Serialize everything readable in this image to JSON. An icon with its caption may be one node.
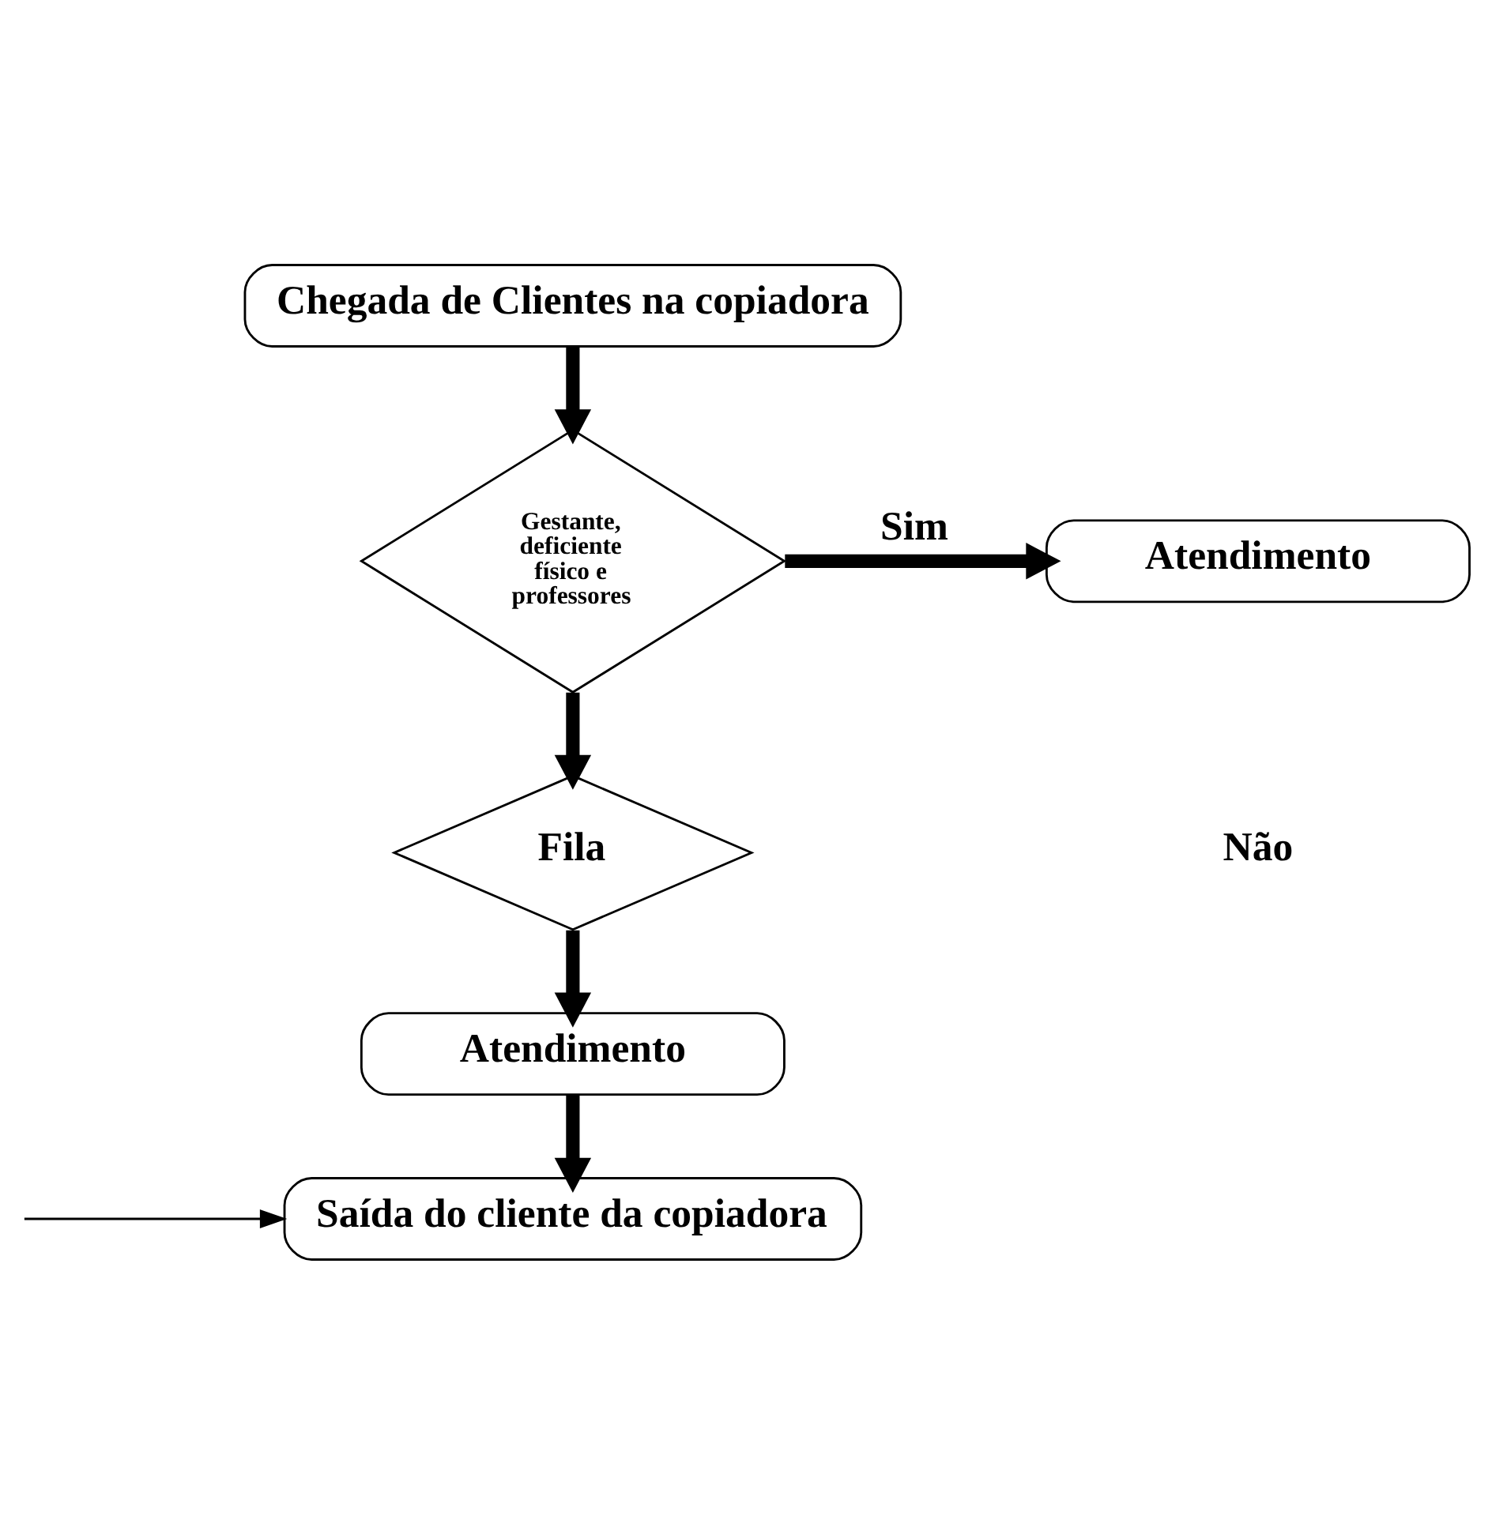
{
  "diagram": {
    "nodes": [
      {
        "text": [
          "Chegada de Clientes na copiadora"
        ]
      },
      {
        "text": [
          "Gestante, deficiente físico e professores"
        ]
      },
      {
        "text": [
          "Atendimento"
        ]
      },
      {
        "text": [
          "Fila"
        ]
      },
      {
        "text": [
          "Atendimento"
        ]
      },
      {
        "text": [
          "Saída do cliente da copiadora"
        ]
      }
    ],
    "edges": [
      {
        "from": 0,
        "to": 1,
        "arrow": "to"
      },
      {
        "from": 1,
        "to": 2,
        "arrow": "to",
        "label": "Sim"
      },
      {
        "from": 1,
        "to": 3,
        "arrow": "to"
      },
      {
        "from": 3,
        "to": 4,
        "arrow": "to"
      },
      {
        "from": 4,
        "to": 5,
        "arrow": "to"
      },
      {
        "from": null,
        "to": 5,
        "arrow": "to"
      }
    ],
    "labels": [
      "Não"
    ]
  }
}
